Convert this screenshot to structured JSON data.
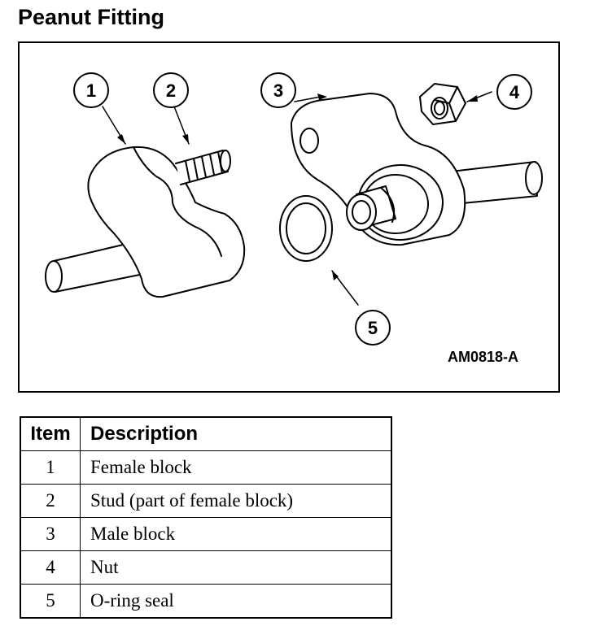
{
  "title": "Peanut Fitting",
  "figure": {
    "code": "AM0818-A",
    "callouts": [
      "1",
      "2",
      "3",
      "4",
      "5"
    ]
  },
  "table": {
    "headers": [
      "Item",
      "Description"
    ],
    "rows": [
      {
        "item": "1",
        "description": "Female block"
      },
      {
        "item": "2",
        "description": "Stud (part of female block)"
      },
      {
        "item": "3",
        "description": "Male block"
      },
      {
        "item": "4",
        "description": "Nut"
      },
      {
        "item": "5",
        "description": "O-ring seal"
      }
    ]
  }
}
